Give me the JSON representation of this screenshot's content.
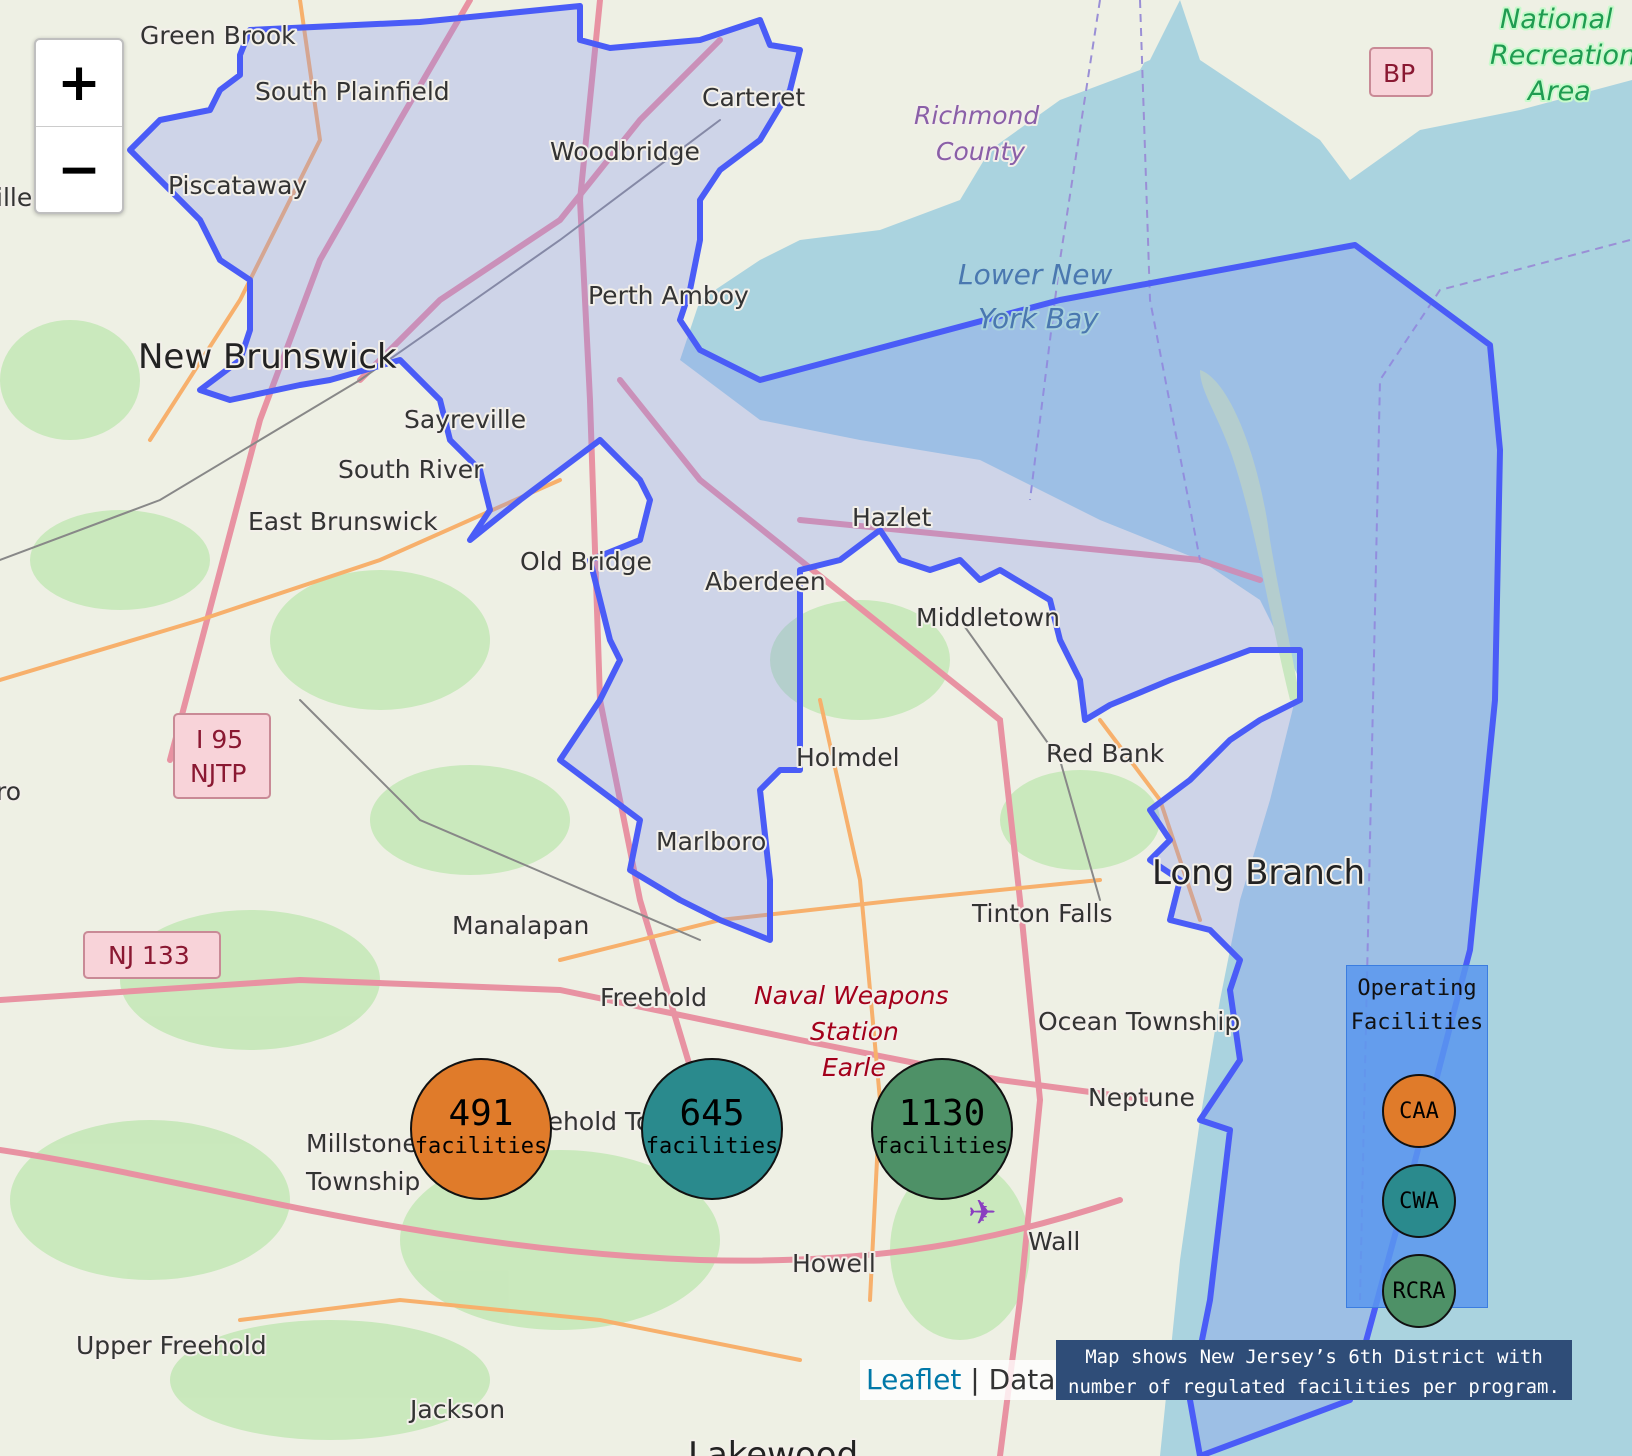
{
  "map": {
    "zoom_in_label": "+",
    "zoom_out_label": "−",
    "places": {
      "green_brook": "Green Brook",
      "south_plainfield": "South Plainfield",
      "carteret": "Carteret",
      "woodbridge": "Woodbridge",
      "piscataway": "Piscataway",
      "perth_amboy": "Perth Amboy",
      "new_brunswick": "New Brunswick",
      "sayreville": "Sayreville",
      "south_river": "South River",
      "east_brunswick": "East Brunswick",
      "old_bridge": "Old Bridge",
      "aberdeen": "Aberdeen",
      "hazlet": "Hazlet",
      "middletown": "Middletown",
      "holmdel": "Holmdel",
      "red_bank": "Red Bank",
      "marlboro": "Marlboro",
      "long_branch": "Long Branch",
      "tinton_falls": "Tinton Falls",
      "manalapan": "Manalapan",
      "freehold": "Freehold",
      "ocean_township": "Ocean Township",
      "neptune": "Neptune",
      "freehold_township": "Freehold Township",
      "millstone": "Millstone",
      "township": "Township",
      "wall": "Wall",
      "howell": "Howell",
      "upper_freehold": "Upper Freehold",
      "jackson": "Jackson",
      "lakewood": "Lakewood",
      "richmond": "Richmond",
      "county": "County",
      "lower_new": "Lower New",
      "york_bay": "York Bay",
      "national": "National",
      "recreation": "Recreation",
      "area": "Area",
      "naval_weapons": "Naval Weapons",
      "station": "Station",
      "earle": "Earle",
      "edge_ille": "ille",
      "edge_ro": "ro"
    },
    "shields": {
      "i95_top": "I 95",
      "i95_bottom": "NJTP",
      "nj133": "NJ 133",
      "bp": "BP"
    },
    "colors": {
      "water": "#aad3df",
      "land": "#f2efe9",
      "district_fill": "#7d8bf5",
      "district_stroke": "#4a5cf7"
    }
  },
  "bubbles": [
    {
      "value": "491",
      "label": "facilities",
      "color": "#e07b2a"
    },
    {
      "value": "645",
      "label": "facilities",
      "color": "#2a8a8d"
    },
    {
      "value": "1130",
      "label": "facilities",
      "color": "#4e9167"
    }
  ],
  "legend": {
    "title": "Operating Facilities",
    "items": [
      {
        "label": "CAA",
        "color": "#e07b2a"
      },
      {
        "label": "CWA",
        "color": "#2a8a8d"
      },
      {
        "label": "RCRA",
        "color": "#4e9167"
      }
    ]
  },
  "attribution": {
    "leaflet": "Leaflet",
    "separator": " | ",
    "data": "Data"
  },
  "caption": "Map shows New Jersey’s 6th District with number of regulated facilities per program."
}
